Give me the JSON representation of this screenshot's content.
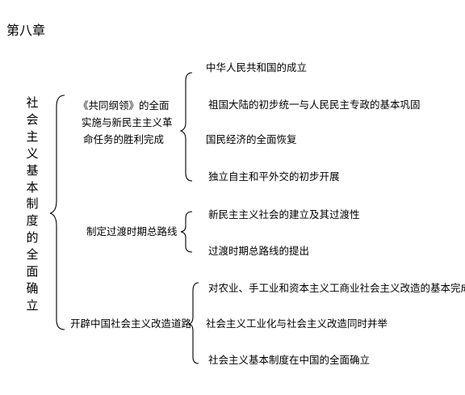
{
  "chapter": "第八章",
  "root": "社会主义基本制度的全面确立",
  "branches": [
    {
      "label_lines": [
        "《共同纲领》的全面",
        "实施与新民主主义革",
        "命任务的胜利完成"
      ],
      "items": [
        "中华人民共和国的成立",
        "祖国大陆的初步统一与人民民主专政的基本巩固",
        "国民经济的全面恢复",
        "独立自主和平外交的初步开展"
      ]
    },
    {
      "label_lines": [
        "制定过渡时期总路线"
      ],
      "items": [
        "新民主主义社会的建立及其过渡性",
        "过渡时期总路线的提出"
      ]
    },
    {
      "label_lines": [
        "开辟中国社会主义改造道路"
      ],
      "items": [
        "对农业、手工业和资本主义工商业社会主义改造的基本完成",
        "社会主义工业化与社会主义改造同时并举",
        "社会主义基本制度在中国的全面确立"
      ]
    }
  ]
}
